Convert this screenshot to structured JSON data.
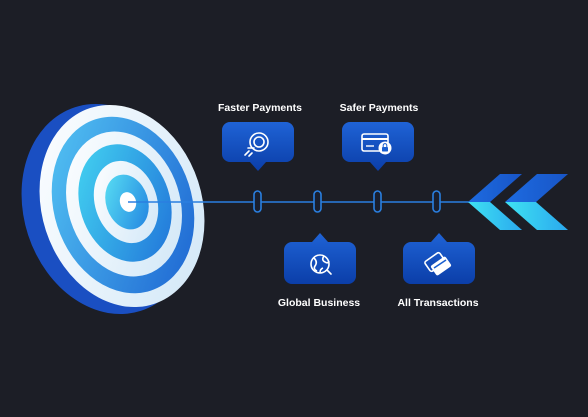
{
  "features": {
    "faster_payments": "Faster Payments",
    "safer_payments": "Safer Payments",
    "global_business": "Global Business",
    "all_transactions": "All Transactions"
  },
  "colors": {
    "background": "#1c1e26",
    "accent_blue": "#1e6fd9",
    "accent_cyan": "#3fd4f0",
    "line": "#2a7fe0"
  },
  "icons": {
    "faster_payments": "fast-payment-icon",
    "safer_payments": "secure-card-icon",
    "global_business": "globe-icon",
    "all_transactions": "cards-stack-icon"
  }
}
